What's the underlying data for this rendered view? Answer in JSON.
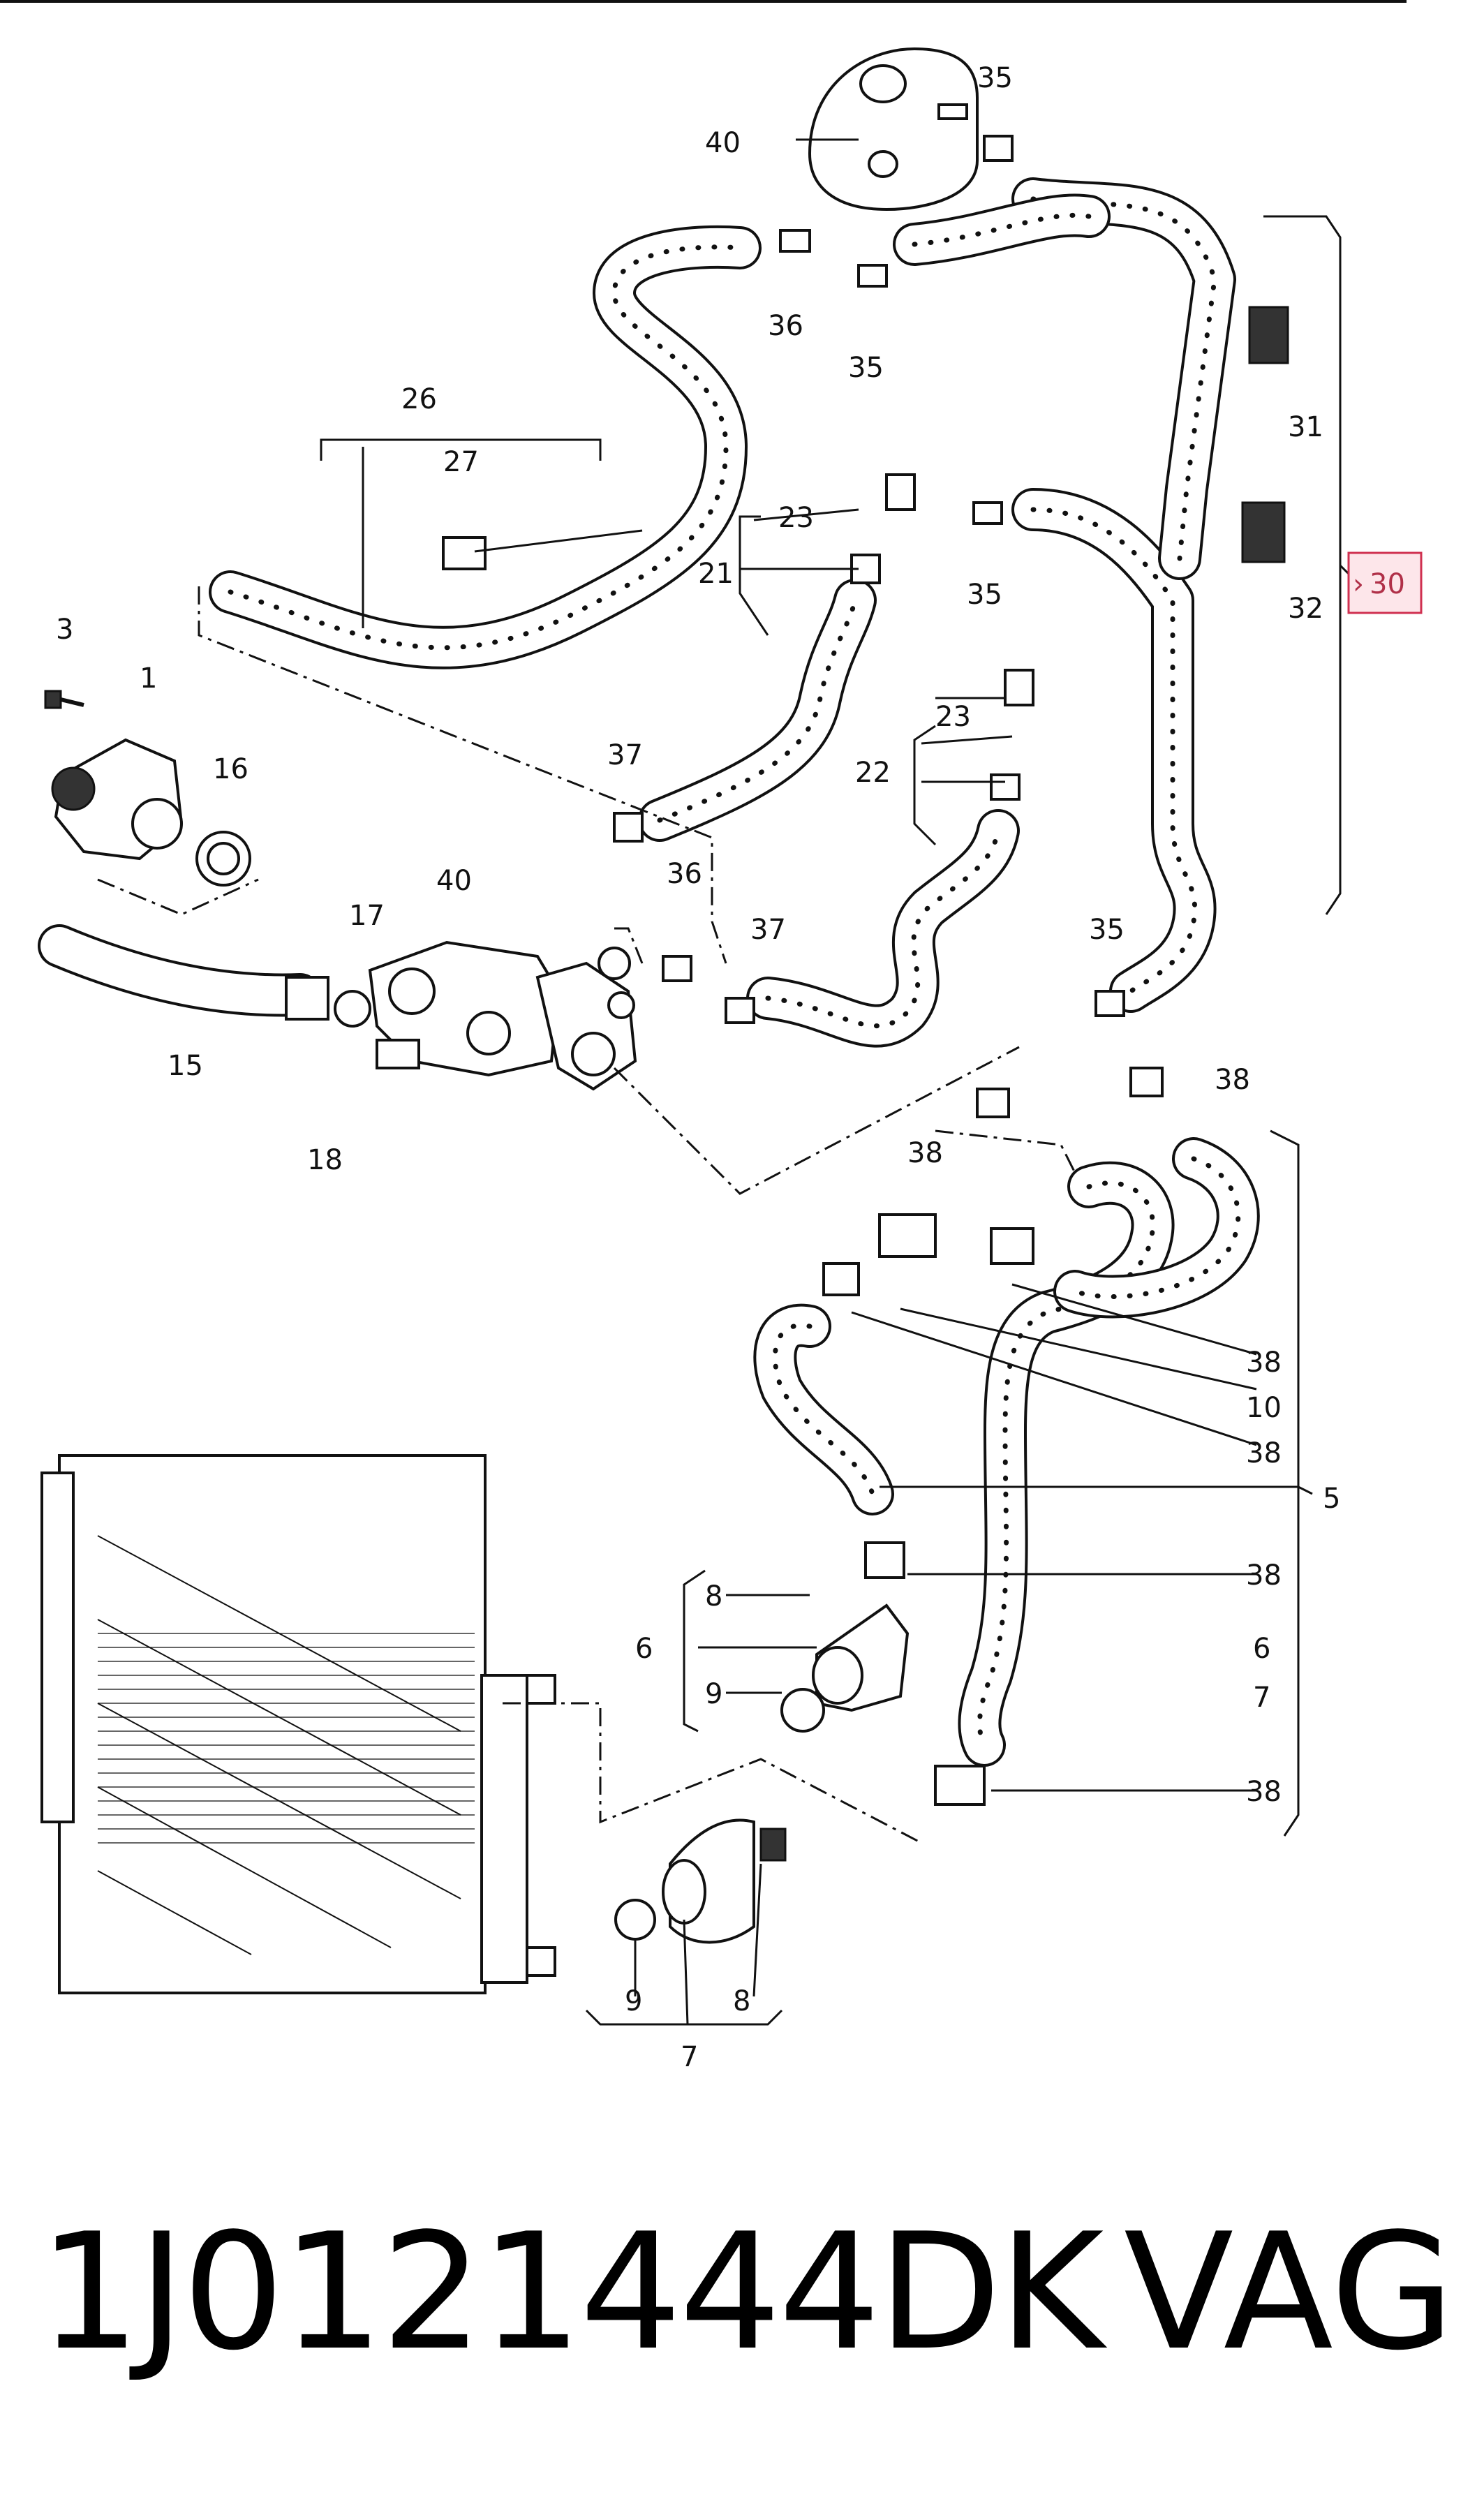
{
  "diagram": {
    "labels": {
      "l_35a": "35",
      "l_40a": "40",
      "l_36a": "36",
      "l_35b": "35",
      "l_31": "31",
      "l_26": "26",
      "l_27": "27",
      "l_23a": "23",
      "l_21": "21",
      "l_35c": "35",
      "l_32": "32",
      "l_30": "30",
      "l_3": "3",
      "l_1": "1",
      "l_16": "16",
      "l_23b": "23",
      "l_22": "22",
      "l_37a": "37",
      "l_36b": "36",
      "l_17": "17",
      "l_40b": "40",
      "l_37b": "37",
      "l_35d": "35",
      "l_15": "15",
      "l_18": "18",
      "l_38a": "38",
      "l_38b": "38",
      "l_38c": "38",
      "l_10": "10",
      "l_38d": "38",
      "l_5": "5",
      "l_8a": "8",
      "l_38e": "38",
      "l_6a": "6",
      "l_6b": "6",
      "l_9a": "9",
      "l_7a": "7",
      "l_38f": "38",
      "l_9b": "9",
      "l_8b": "8",
      "l_7b": "7"
    },
    "highlight_color": "#d03050"
  },
  "footer": {
    "part_number": "1J0121444DK",
    "brand": "VAG"
  }
}
